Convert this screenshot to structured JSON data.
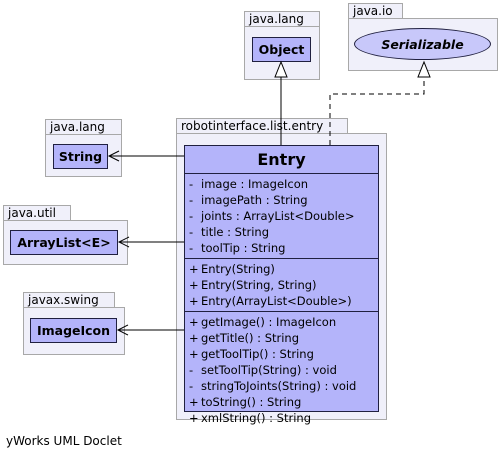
{
  "packages": {
    "java_lang_object": {
      "name": "java.lang",
      "class": "Object"
    },
    "java_io": {
      "name": "java.io",
      "interface": "Serializable"
    },
    "java_lang_string": {
      "name": "java.lang",
      "class": "String"
    },
    "java_util": {
      "name": "java.util",
      "class": "ArrayList<E>"
    },
    "javax_swing": {
      "name": "javax.swing",
      "class": "ImageIcon"
    },
    "main": {
      "name": "robotinterface.list.entry"
    }
  },
  "entry": {
    "name": "Entry",
    "fields": [
      {
        "vis": "-",
        "text": "image : ImageIcon"
      },
      {
        "vis": "-",
        "text": "imagePath : String"
      },
      {
        "vis": "-",
        "text": "joints : ArrayList<Double>"
      },
      {
        "vis": "-",
        "text": "title : String"
      },
      {
        "vis": "-",
        "text": "toolTip : String"
      }
    ],
    "constructors": [
      {
        "vis": "+",
        "text": "Entry(String)"
      },
      {
        "vis": "+",
        "text": "Entry(String, String)"
      },
      {
        "vis": "+",
        "text": "Entry(ArrayList<Double>)"
      }
    ],
    "methods": [
      {
        "vis": "+",
        "text": "getImage() : ImageIcon"
      },
      {
        "vis": "+",
        "text": "getTitle() : String"
      },
      {
        "vis": "+",
        "text": "getToolTip() : String"
      },
      {
        "vis": "-",
        "text": "setToolTip(String) : void"
      },
      {
        "vis": "-",
        "text": "stringToJoints(String) : void"
      },
      {
        "vis": "+",
        "text": "toString() : String"
      },
      {
        "vis": "+",
        "text": "xmlString() : String"
      }
    ]
  },
  "footer": "yWorks UML Doclet"
}
